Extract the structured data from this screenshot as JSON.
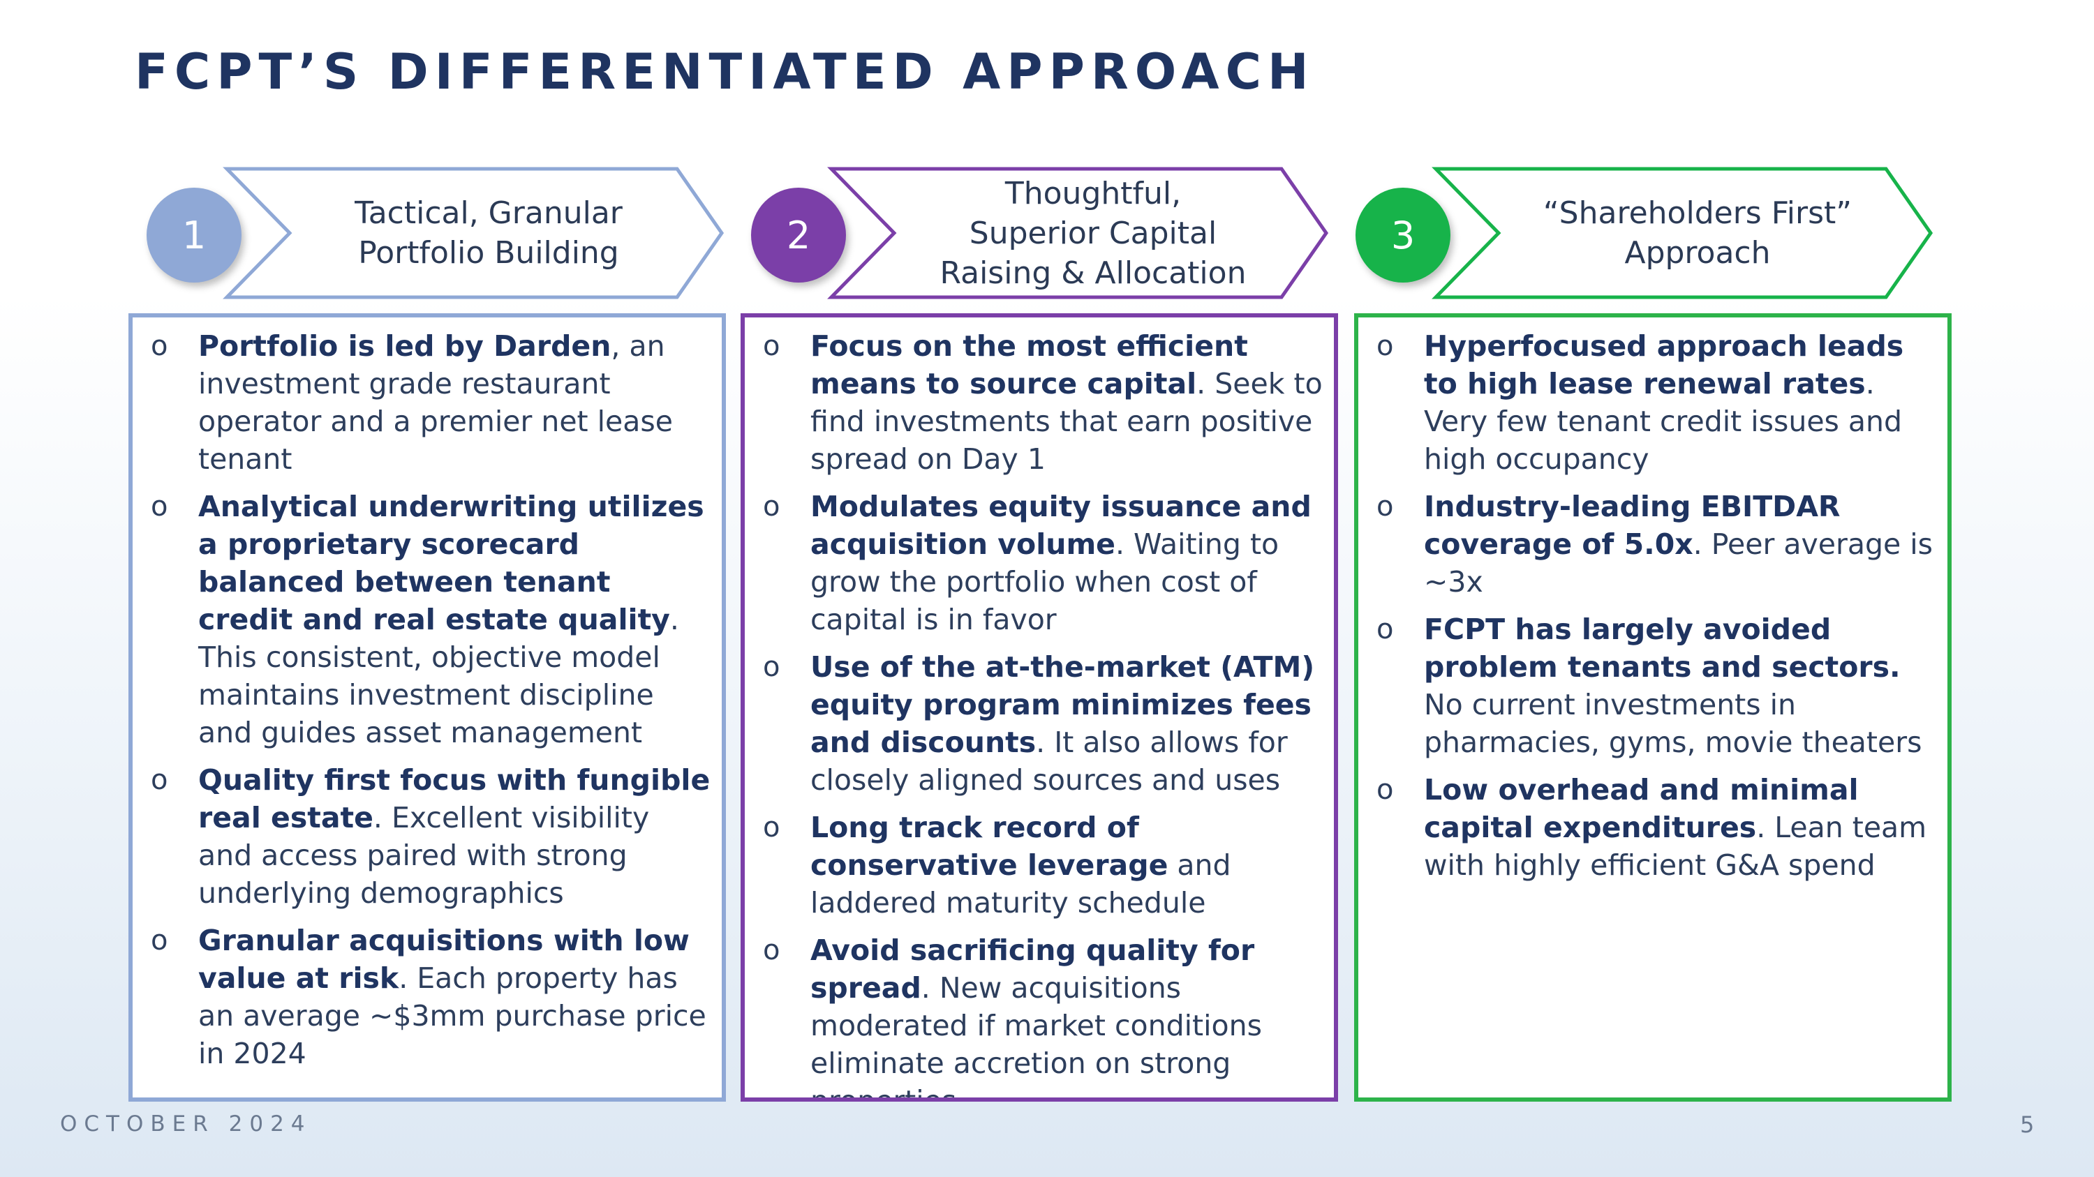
{
  "title": "FCPT’S DIFFERENTIATED APPROACH",
  "colors": {
    "col1": "#8fa8d6",
    "col2": "#7b3fa8",
    "col3": "#17b34a",
    "title": "#1f3461"
  },
  "columns": [
    {
      "number": "1",
      "heading_lines": [
        "Tactical, Granular",
        "Portfolio Building"
      ],
      "items": [
        {
          "bold": "Portfolio is led by Darden",
          "text": ", an investment grade restaurant operator and a premier net lease tenant"
        },
        {
          "bold": "Analytical underwriting utilizes a proprietary scorecard balanced between tenant credit and real estate quality",
          "text": ". This consistent, objective model maintains investment discipline and guides asset management"
        },
        {
          "bold": "Quality first focus with fungible real estate",
          "text": ". Excellent visibility and access paired with strong underlying demographics"
        },
        {
          "bold": "Granular acquisitions with low value at risk",
          "text": ". Each property has an average ~$3mm purchase price in 2024"
        }
      ]
    },
    {
      "number": "2",
      "heading_lines": [
        "Thoughtful,",
        "Superior Capital",
        "Raising & Allocation"
      ],
      "items": [
        {
          "bold": "Focus on the most efficient means to source capital",
          "text": ". Seek to find investments that earn positive spread on Day 1"
        },
        {
          "bold": "Modulates equity issuance and acquisition volume",
          "text": ". Waiting to grow the portfolio when cost of capital is in favor"
        },
        {
          "bold": "Use of the at-the-market (ATM) equity program minimizes fees and discounts",
          "text": ". It also allows for closely aligned sources and uses"
        },
        {
          "bold": "Long track record of conservative leverage",
          "text": " and laddered maturity schedule"
        },
        {
          "bold": "Avoid sacrificing quality for spread",
          "text": ". New acquisitions moderated if market conditions eliminate accretion on strong properties"
        }
      ]
    },
    {
      "number": "3",
      "heading_lines": [
        "“Shareholders First”",
        "Approach"
      ],
      "items": [
        {
          "bold": "Hyperfocused approach leads to high lease renewal rates",
          "text": ". Very few tenant credit issues and high occupancy"
        },
        {
          "bold": "Industry-leading EBITDAR coverage of 5.0x",
          "text": ".  Peer average is ~3x"
        },
        {
          "bold": "FCPT has largely avoided problem tenants and sectors.",
          "text": " No current investments in pharmacies, gyms, movie theaters"
        },
        {
          "bold": "Low overhead and minimal capital expenditures",
          "text": ". Lean team with highly efficient G&A spend"
        }
      ]
    }
  ],
  "bullet_char": "o",
  "footer": {
    "date": "OCTOBER 2024",
    "page": "5"
  }
}
